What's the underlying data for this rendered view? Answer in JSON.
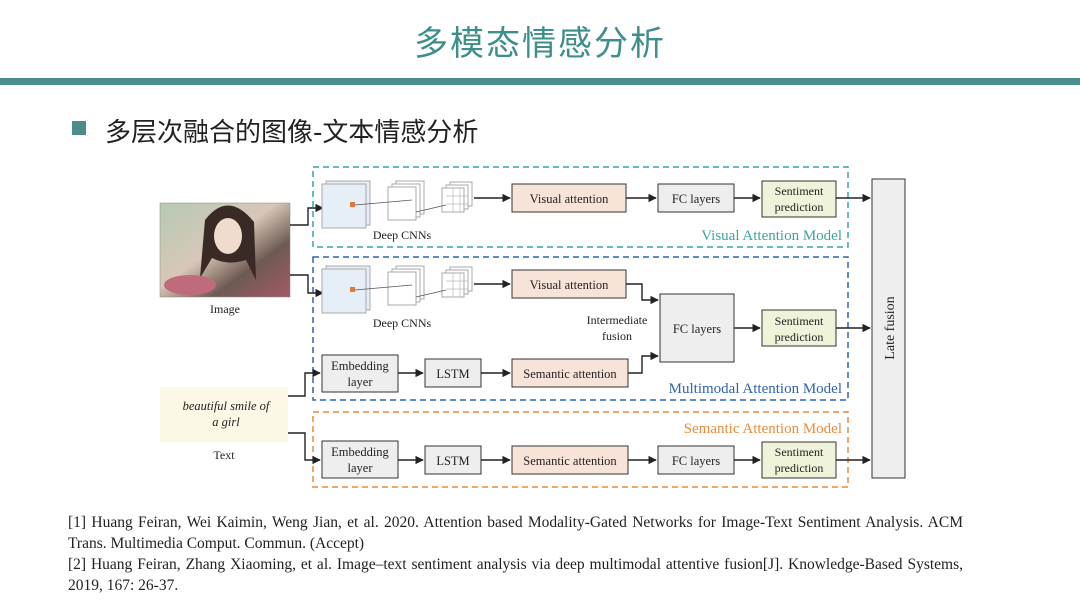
{
  "slide": {
    "title": "多模态情感分析",
    "bullet": "多层次融合的图像-文本情感分析"
  },
  "diagram": {
    "image_label": "Image",
    "text_label": "Text",
    "text_sample_line1": "beautiful smile of",
    "text_sample_line2": "a girl",
    "deep_cnns": "Deep CNNs",
    "visual_attention": "Visual attention",
    "fc_layers": "FC layers",
    "sentiment_line1": "Sentiment",
    "sentiment_line2": "prediction",
    "embedding_line1": "Embedding",
    "embedding_line2": "layer",
    "lstm": "LSTM",
    "semantic_attention": "Semantic attention",
    "intermediate_line1": "Intermediate",
    "intermediate_line2": "fusion",
    "late_fusion": "Late fusion",
    "visual_model_label": "Visual Attention Model",
    "multimodal_model_label": "Multimodal Attention Model",
    "semantic_model_label": "Semantic Attention Model",
    "colors": {
      "visual": "#3aa6a0",
      "multimodal": "#2f63b0",
      "semantic": "#e98b3a",
      "attention_fill": "#f7e3d8",
      "sentiment_fill": "#eef3da",
      "box_fill": "#eeeeee",
      "text_fill": "#fbf8e6",
      "title": "#3e8f8c"
    }
  },
  "references": [
    "[1] Huang Feiran, Wei Kaimin, Weng Jian, et al. 2020. Attention based Modality-Gated Networks for Image-Text Sentiment Analysis. ACM Trans. Multimedia Comput. Commun. (Accept)",
    "[2] Huang Feiran, Zhang Xiaoming, et al. Image–text sentiment analysis via deep multimodal attentive fusion[J]. Knowledge-Based Systems, 2019, 167: 26-37."
  ]
}
